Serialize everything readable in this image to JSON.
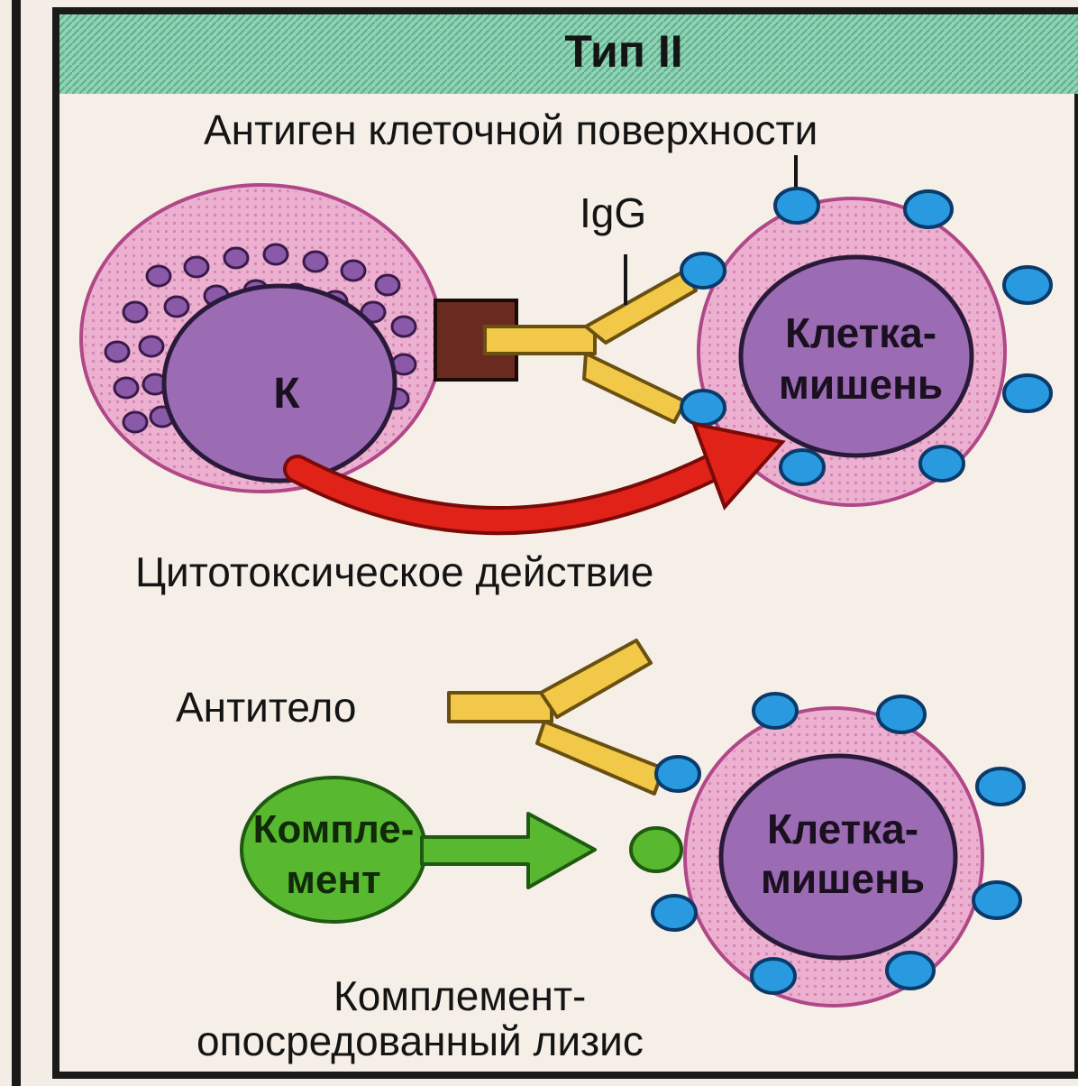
{
  "title": "Тип II",
  "labels": {
    "surface_antigen": "Антиген клеточной поверхности",
    "igg": "IgG",
    "k_cell": "К",
    "target_cell_line1": "Клетка-",
    "target_cell_line2": "мишень",
    "cytotoxic": "Цитотоксическое действие",
    "antibody": "Антитело",
    "complement_line1": "Компле-",
    "complement_line2": "мент",
    "lysis_line1": "Комплемент-",
    "lysis_line2": "опосредованный лизис"
  },
  "colors": {
    "header": "#7ec8a8",
    "frame": "#1a1a1a",
    "cytoplasm": "#ecb0d0",
    "nucleus": "#9b6cb4",
    "granule": "#8a5aa8",
    "antigen": "#2a9ae0",
    "antibody": "#f2c848",
    "receptor": "#6a2a20",
    "arrow": "#e02218",
    "complement": "#58b830"
  }
}
